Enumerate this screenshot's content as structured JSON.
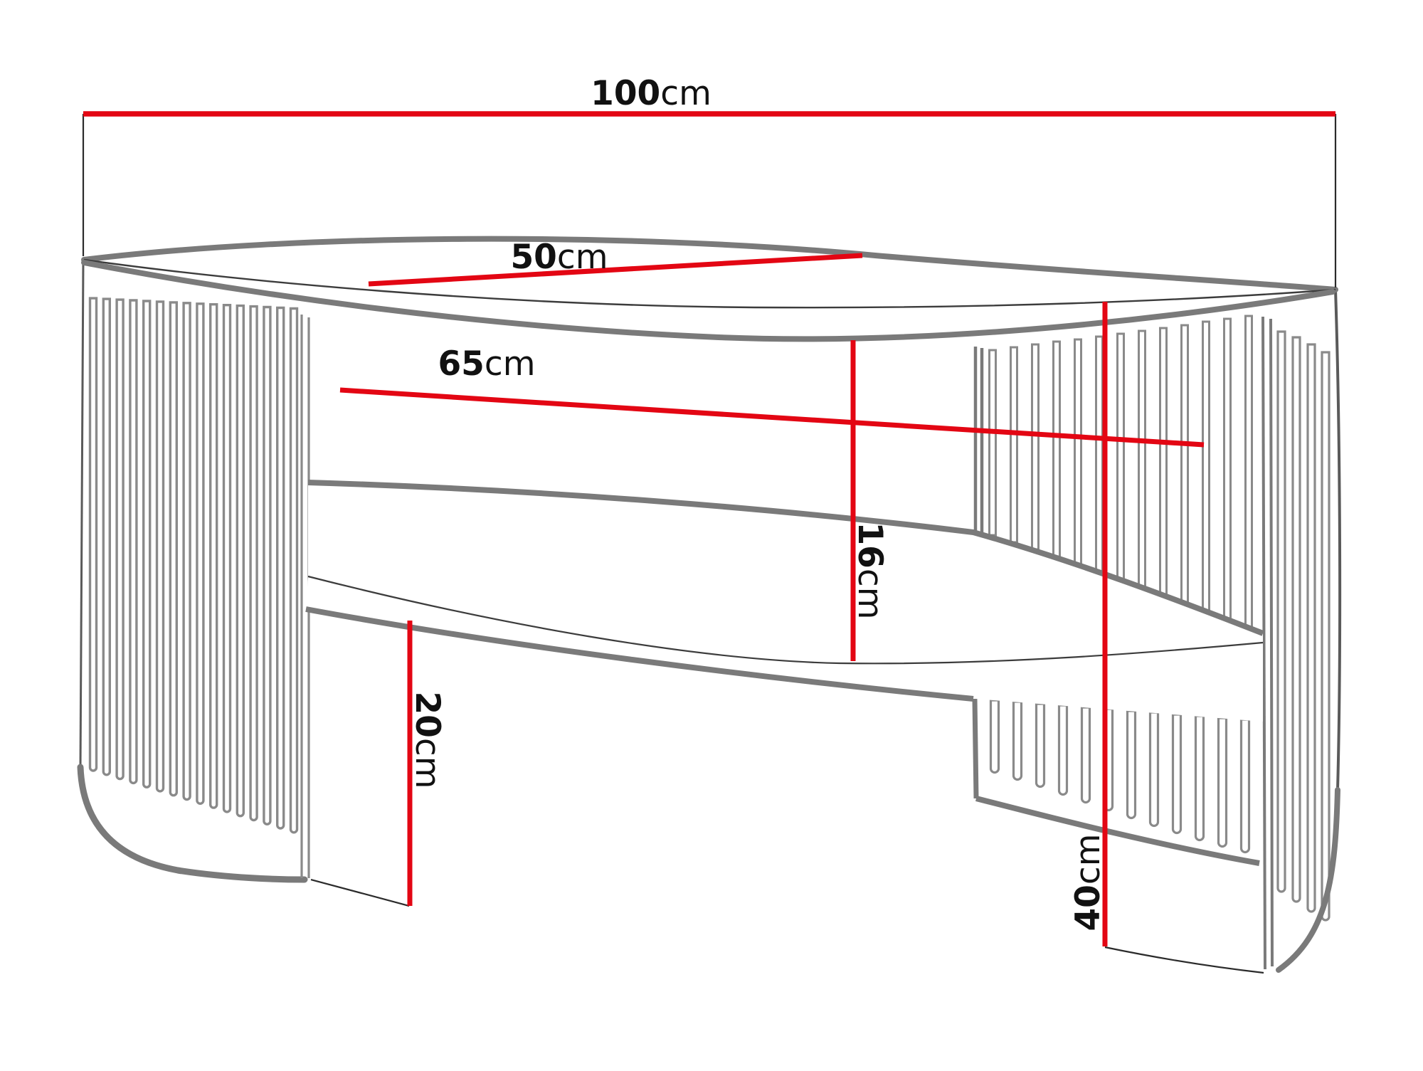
{
  "diagram": {
    "type": "furniture-dimension-drawing",
    "subject": "oval coffee table with slatted side panels and lower shelf",
    "dims": {
      "width": {
        "num": "100",
        "unit": "cm"
      },
      "depth": {
        "num": "50",
        "unit": "cm"
      },
      "inner_width": {
        "num": "65",
        "unit": "cm"
      },
      "opening_height": {
        "num": "16",
        "unit": "cm"
      },
      "clearance_height": {
        "num": "20",
        "unit": "cm"
      },
      "total_height": {
        "num": "40",
        "unit": "cm"
      }
    },
    "colors": {
      "dimension_line": "#e30613",
      "outline_thick": "#7a7a7a",
      "outline_thin": "#2f2f2f",
      "background": "#ffffff",
      "label_text": "#111111"
    }
  }
}
